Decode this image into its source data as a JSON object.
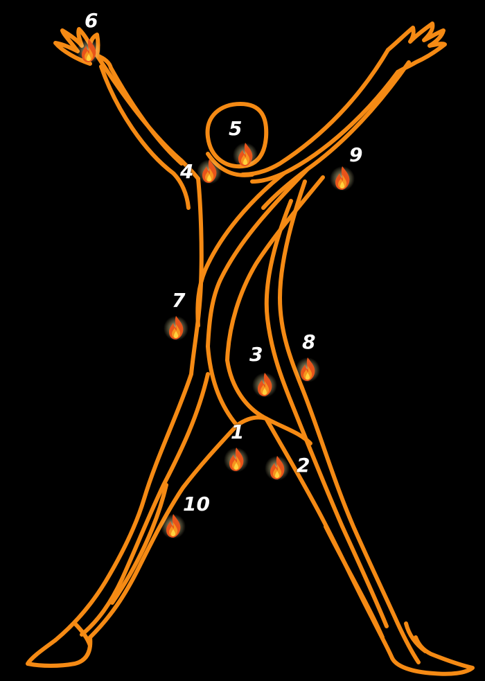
{
  "colors": {
    "background": "#000000",
    "outline": "#f58a14",
    "outline_light": "#ffb347",
    "label": "#ffffff",
    "flame_outer": "#e8541a",
    "flame_mid": "#f7931e",
    "flame_inner": "#ffd23f"
  },
  "markers": [
    {
      "id": "1",
      "label": "1",
      "icon": "flame-icon"
    },
    {
      "id": "2",
      "label": "2",
      "icon": "flame-icon"
    },
    {
      "id": "3",
      "label": "3",
      "icon": "flame-icon"
    },
    {
      "id": "4",
      "label": "4",
      "icon": "flame-icon"
    },
    {
      "id": "5",
      "label": "5",
      "icon": "flame-icon"
    },
    {
      "id": "6",
      "label": "6",
      "icon": "flame-icon"
    },
    {
      "id": "7",
      "label": "7",
      "icon": "flame-icon"
    },
    {
      "id": "8",
      "label": "8",
      "icon": "flame-icon"
    },
    {
      "id": "9",
      "label": "9",
      "icon": "flame-icon"
    },
    {
      "id": "10",
      "label": "10",
      "icon": "flame-icon"
    }
  ]
}
